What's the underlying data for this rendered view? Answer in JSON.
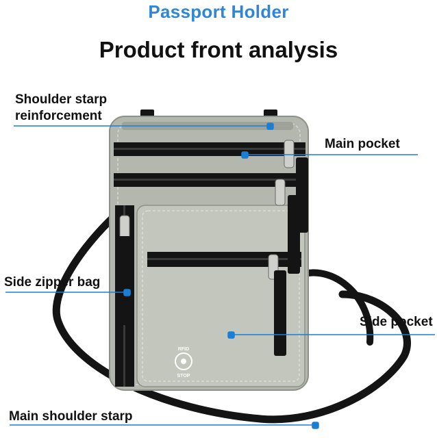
{
  "header": {
    "title": "Passport Holder",
    "subtitle": "Product front analysis"
  },
  "callouts": {
    "shoulder_reinforcement_line1": "Shoulder starp",
    "shoulder_reinforcement_line2": "reinforcement",
    "main_pocket": "Main pocket",
    "side_zipper_bag": "Side zipper bag",
    "side_pocket": "Side pocket",
    "main_shoulder_strap": "Main shoulder starp"
  },
  "product": {
    "badge_line1": "RFID",
    "badge_line2": "STOP"
  },
  "colors": {
    "title_blue": "#2f86d6",
    "callout_blue": "#1a7fd4",
    "bag_body": "#b4b7ad",
    "zipper_black": "#141414"
  }
}
